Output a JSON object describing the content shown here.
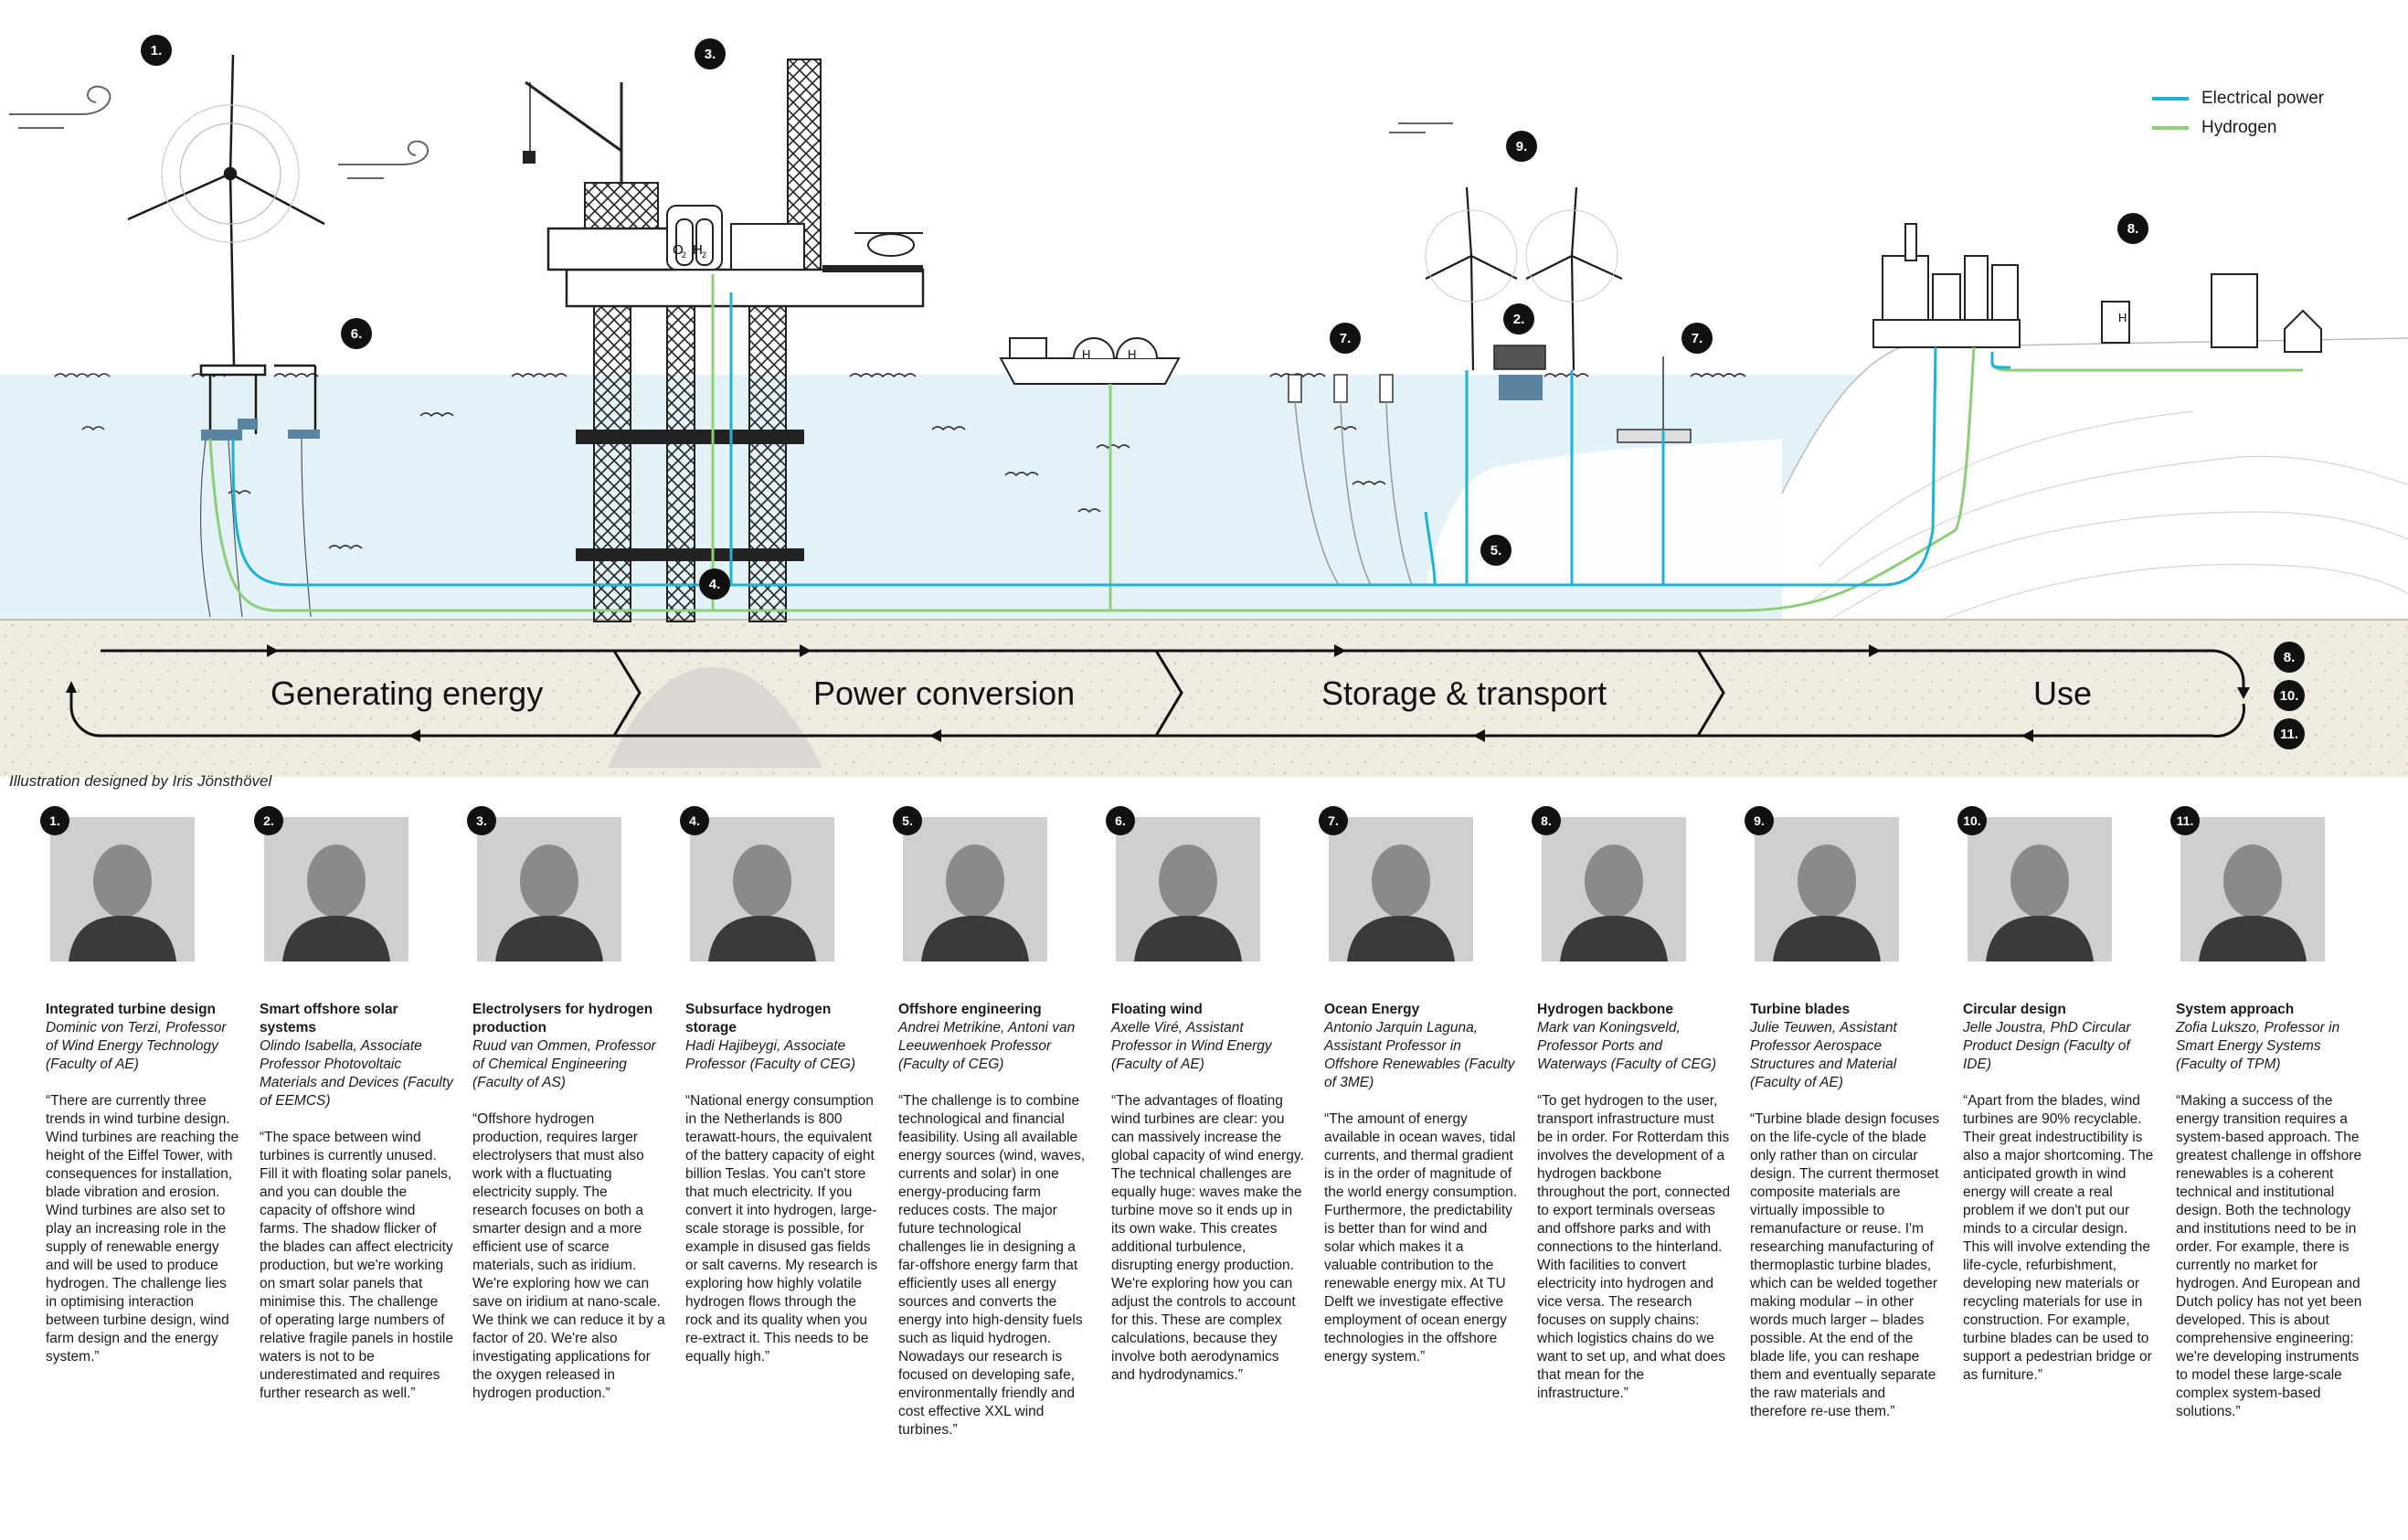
{
  "legend": {
    "electrical": {
      "label": "Electrical power",
      "color": "#1eb3d3"
    },
    "hydrogen": {
      "label": "Hydrogen",
      "color": "#8dce7a"
    }
  },
  "stages": [
    "Generating energy",
    "Power conversion",
    "Storage & transport",
    "Use"
  ],
  "credit": "Illustration designed by Iris Jönsthövel",
  "diagram_labels": {
    "o2": "O",
    "h2": "H",
    "tank_h2_a": "H",
    "tank_h2_b": "H",
    "pump_h2": "H"
  },
  "side_numbers": [
    "8.",
    "10.",
    "11."
  ],
  "badges": [
    "1.",
    "2.",
    "3.",
    "4.",
    "5.",
    "6.",
    "7.",
    "7.",
    "8.",
    "9."
  ],
  "people": [
    {
      "num": "1.",
      "topic": "Integrated turbine design",
      "name": "Dominic von Terzi, Professor of Wind Energy Technology (Faculty of AE)",
      "quote": "“There are currently three trends in wind turbine design. Wind turbines are reaching the height of the Eiffel Tower, with consequences for installation, blade vibration and erosion. Wind turbines are also set to play an increasing role in the supply of renewable energy and will be used to produce hydrogen. The challenge lies in optimising interaction between turbine design, wind farm design and the energy system.”"
    },
    {
      "num": "2.",
      "topic": "Smart offshore solar systems",
      "name": "Olindo Isabella, Associate Professor Photovoltaic Materials and Devices (Faculty of EEMCS)",
      "quote": "“The space between wind turbines is currently unused. Fill it with floating solar panels, and you can double the capacity of offshore wind farms. The shadow flicker of the blades can affect electricity production, but we're working on smart solar panels that minimise this. The challenge of operating large numbers of relative fragile panels in hostile waters is not to be underestimated and requires further research as well.”"
    },
    {
      "num": "3.",
      "topic": "Electrolysers for hydrogen production",
      "name": "Ruud van Ommen, Professor of Chemical Engineering (Faculty of AS)",
      "quote": "“Offshore hydrogen production, requires larger electrolysers that must also work with a fluctuating electricity supply. The research focuses on both a smarter design and a more efficient use of scarce materials, such as iridium. We're exploring how we can save on iridium at nano-scale. We think we can reduce it by a factor of 20. We're also investigating applications for the oxygen released in hydrogen production.”"
    },
    {
      "num": "4.",
      "topic": "Subsurface hydrogen storage",
      "name": "Hadi Hajibeygi, Associate Professor (Faculty of CEG)",
      "quote": "“National energy consumption in the Netherlands is 800 terawatt-hours, the equivalent of the battery capacity of eight billion Teslas. You can't store that much electricity. If you convert it into hydrogen, large-scale storage is possible, for example in disused gas fields or salt caverns. My research is exploring how highly volatile hydrogen flows through the rock and its quality when you re-extract it. This needs to be equally high.”"
    },
    {
      "num": "5.",
      "topic": "Offshore engineering",
      "name": "Andrei Metrikine, Antoni van Leeuwenhoek Professor (Faculty of CEG)",
      "quote": "“The challenge is to combine technological and financial feasibility. Using all available energy sources (wind, waves, currents and solar) in one energy-producing farm reduces costs. The major future technological challenges lie in designing a far-offshore energy farm that efficiently uses all energy sources and converts the energy into high-density fuels such as liquid hydrogen. Nowadays our research is focused on developing safe, environmentally friendly and cost effective XXL wind turbines.”"
    },
    {
      "num": "6.",
      "topic": "Floating wind",
      "name": "Axelle Viré, Assistant Professor in Wind Energy (Faculty of AE)",
      "quote": "“The advantages of floating wind turbines are clear: you can massively increase the global capacity of wind energy. The technical challenges are equally huge: waves make the turbine move so it ends up in its own wake. This creates additional turbulence, disrupting energy production. We're exploring how you can adjust the controls to account for this. These are complex calculations, because they involve both aerodynamics and hydrodynamics.”"
    },
    {
      "num": "7.",
      "topic": "Ocean Energy",
      "name": "Antonio Jarquin Laguna, Assistant Professor in Offshore Renewables (Faculty of 3ME)",
      "quote": "“The amount of energy available in ocean waves, tidal currents, and thermal gradient is in the order of magnitude of the world energy consumption. Furthermore, the predictability is better than for wind and solar which makes it a valuable contribution to the renewable energy mix. At TU Delft we investigate effective employment of ocean energy technologies in the offshore energy system.”"
    },
    {
      "num": "8.",
      "topic": "Hydrogen backbone",
      "name": "Mark van Koningsveld, Professor Ports and Waterways (Faculty of CEG)",
      "quote": "“To get hydrogen to the user, transport infrastructure must be in order. For Rotterdam this involves the development of a hydrogen backbone throughout the port, connected to export terminals overseas and offshore parks and with connections to the hinterland. With facilities to convert electricity into hydrogen and vice versa. The research focuses on supply chains: which logistics chains do we want to set up, and what does that mean for the infrastructure.”"
    },
    {
      "num": "9.",
      "topic": "Turbine blades",
      "name": "Julie Teuwen, Assistant Professor Aerospace Structures and Material (Faculty of AE)",
      "quote": "“Turbine blade design focuses on the life-cycle of the blade only rather than on circular design. The current thermoset composite materials are virtually impossible to remanufacture or reuse. I'm researching manufacturing of thermoplastic turbine blades, which can be welded together making modular – in other words much larger – blades possible. At the end of the blade life, you can reshape them and eventually separate the raw materials and therefore re-use them.”"
    },
    {
      "num": "10.",
      "topic": "Circular design",
      "name": "Jelle Joustra, PhD Circular Product Design (Faculty of IDE)",
      "quote": "“Apart from the blades, wind turbines are 90% recyclable. Their great indestructibility is also a major shortcoming. The anticipated growth in wind energy will create a real problem if we don't put our minds to a circular design. This will involve extending the life-cycle, refurbishment, developing new materials or recycling materials for use in construction. For example, turbine blades can be used to support a pedestrian bridge or as furniture.”"
    },
    {
      "num": "11.",
      "topic": "System approach",
      "name": "Zofia Lukszo, Professor in Smart Energy Systems (Faculty of TPM)",
      "quote": "“Making a success of the energy transition requires a system-based approach. The greatest challenge in offshore renewables is a coherent technical and institutional design. Both the technology and institutions need to be in order. For example, there is currently no market for hydrogen. And European and Dutch policy has not yet been developed. This is about comprehensive engineering: we're developing instruments to model these large-scale complex system-based solutions.”"
    }
  ]
}
